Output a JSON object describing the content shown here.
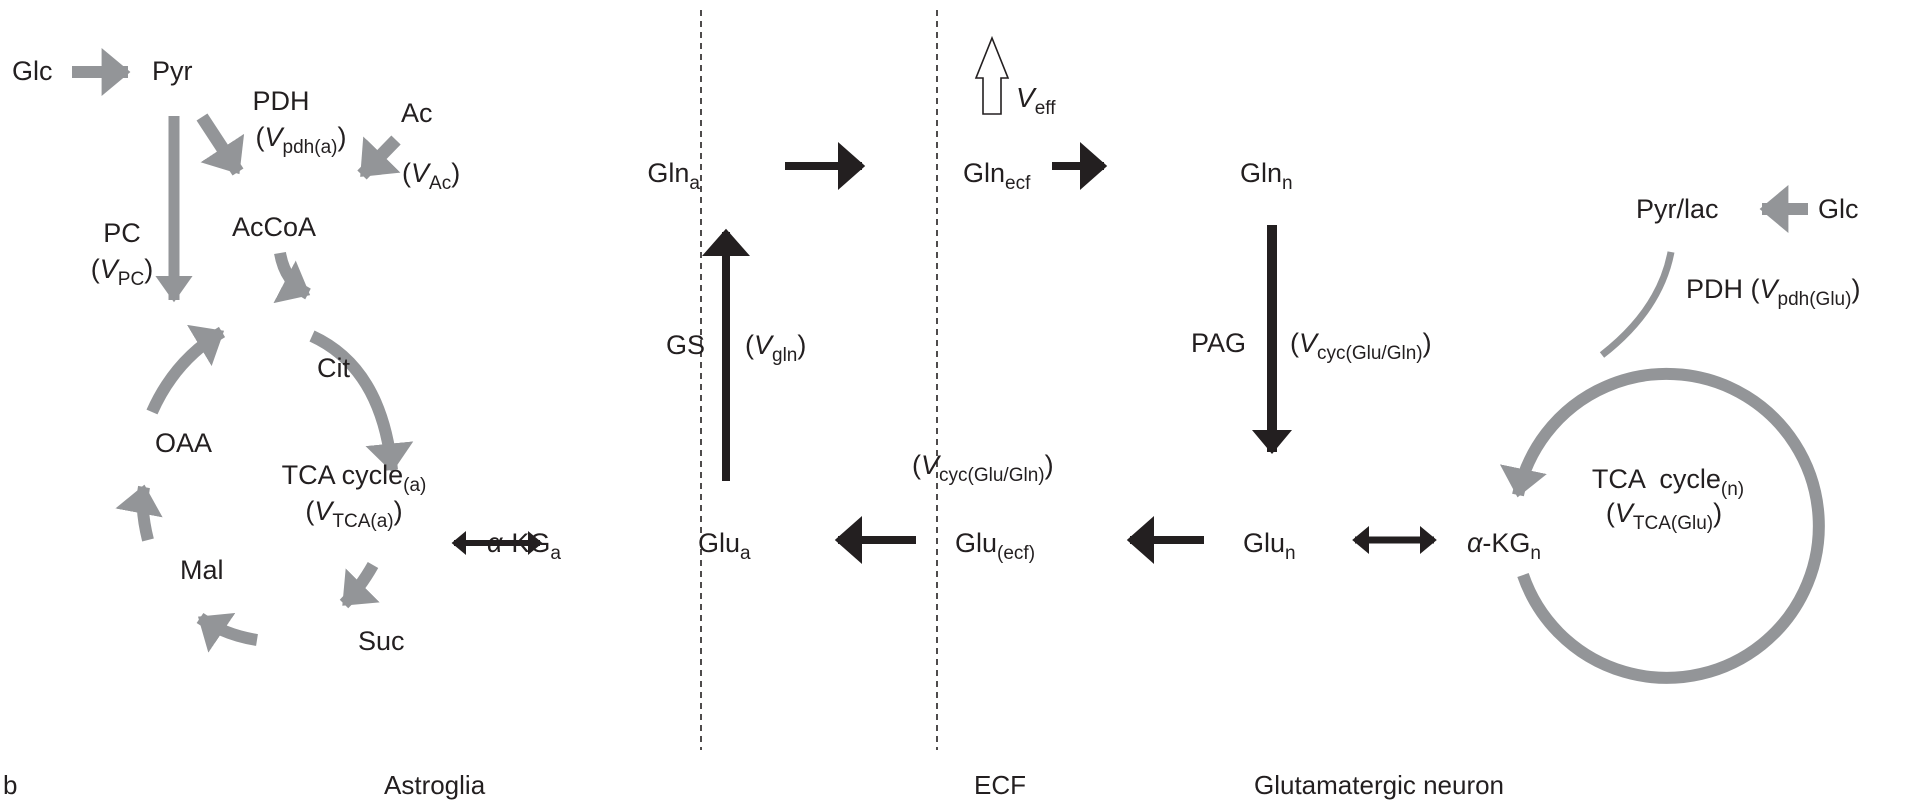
{
  "panel_label": "b",
  "regions": {
    "astroglia": "Astroglia",
    "ecf": "ECF",
    "neuron": "Glutamatergic neuron"
  },
  "colors": {
    "gray_flux": "#939598",
    "black_flux": "#231f20",
    "text": "#231f20"
  },
  "astroglia": {
    "glc": "Glc",
    "pyr": "Pyr",
    "pdh": {
      "name": "PDH",
      "rate_symbol": "V",
      "rate_sub": "pdh(a)"
    },
    "ac": "Ac",
    "vac": {
      "rate_symbol": "V",
      "rate_sub": "Ac"
    },
    "accoa": "AcCoA",
    "pc": {
      "name": "PC",
      "rate_symbol": "V",
      "rate_sub": "PC"
    },
    "cit": "Cit",
    "oaa": "OAA",
    "tca": {
      "name": "TCA cycle",
      "name_sub": "(a)",
      "rate_symbol": "V",
      "rate_sub": "TCA(a)"
    },
    "akg": {
      "prefix": "α",
      "name": "-KG",
      "sub": "a"
    },
    "mal": "Mal",
    "suc": "Suc",
    "gln": {
      "name": "Gln",
      "sub": "a"
    },
    "glu": {
      "name": "Glu",
      "sub": "a"
    },
    "gs": {
      "name": "GS",
      "rate_symbol": "V",
      "rate_sub": "gln"
    }
  },
  "ecf": {
    "gln": {
      "name": "Gln",
      "sub": "ecf"
    },
    "glu": {
      "name": "Glu",
      "sub": "(ecf)"
    },
    "veff": {
      "rate_symbol": "V",
      "rate_sub": "eff"
    },
    "vcyc": {
      "rate_symbol": "V",
      "rate_sub": "cyc(Glu/Gln)"
    }
  },
  "neuron": {
    "gln": {
      "name": "Gln",
      "sub": "n"
    },
    "glu": {
      "name": "Glu",
      "sub": "n"
    },
    "pag": {
      "name": "PAG",
      "rate_symbol": "V",
      "rate_sub": "cyc(Glu/Gln)"
    },
    "pyrlac": "Pyr/lac",
    "glc": "Glc",
    "pdh": {
      "name": "PDH",
      "rate_symbol": "V",
      "rate_sub": "pdh(Glu)"
    },
    "akg": {
      "prefix": "α",
      "name": "-KG",
      "sub": "n"
    },
    "tca": {
      "name": "TCA  cycle",
      "name_sub": "(n)",
      "rate_symbol": "V",
      "rate_sub": "TCA(Glu)"
    }
  }
}
